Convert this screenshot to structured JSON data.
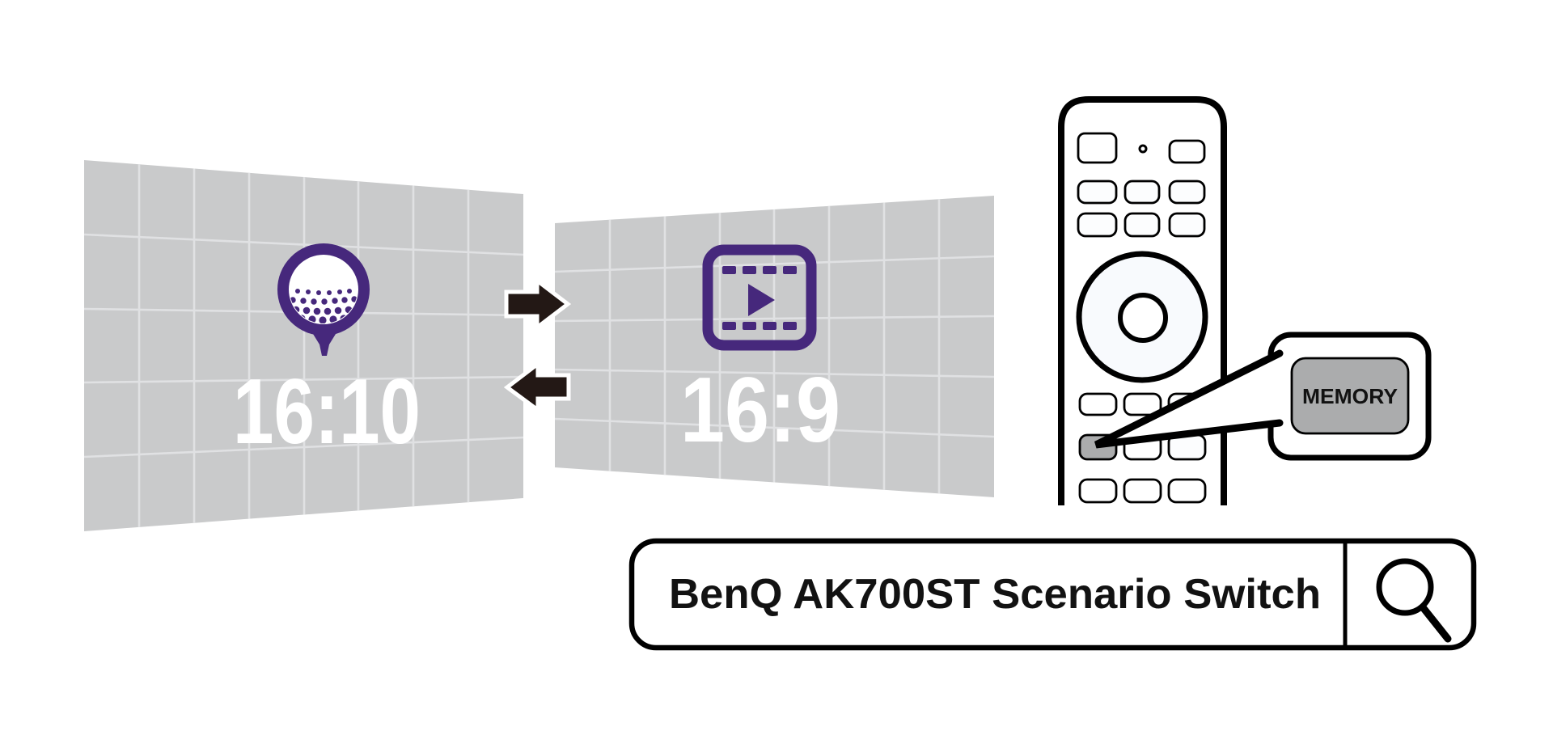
{
  "illustration": {
    "left_screen": {
      "aspect_label": "16:10",
      "icon": "golf-ball-icon"
    },
    "right_screen": {
      "aspect_label": "16:9",
      "icon": "video-play-icon"
    },
    "arrows": {
      "forward_icon": "arrow-right-icon",
      "back_icon": "arrow-left-icon"
    },
    "remote": {
      "name": "projector-remote-control",
      "highlighted_button": "memory-button"
    },
    "callout": {
      "button_label": "MEMORY"
    }
  },
  "search": {
    "query": "BenQ AK700ST Scenario Switch",
    "icon": "magnifier-icon"
  },
  "colors": {
    "screen_gray": "#C9CACB",
    "grid_line": "#E0E1E3",
    "purple": "#46287C",
    "arrow_black": "#231815",
    "line_black": "#000000",
    "button_gray": "#ABACAD"
  }
}
